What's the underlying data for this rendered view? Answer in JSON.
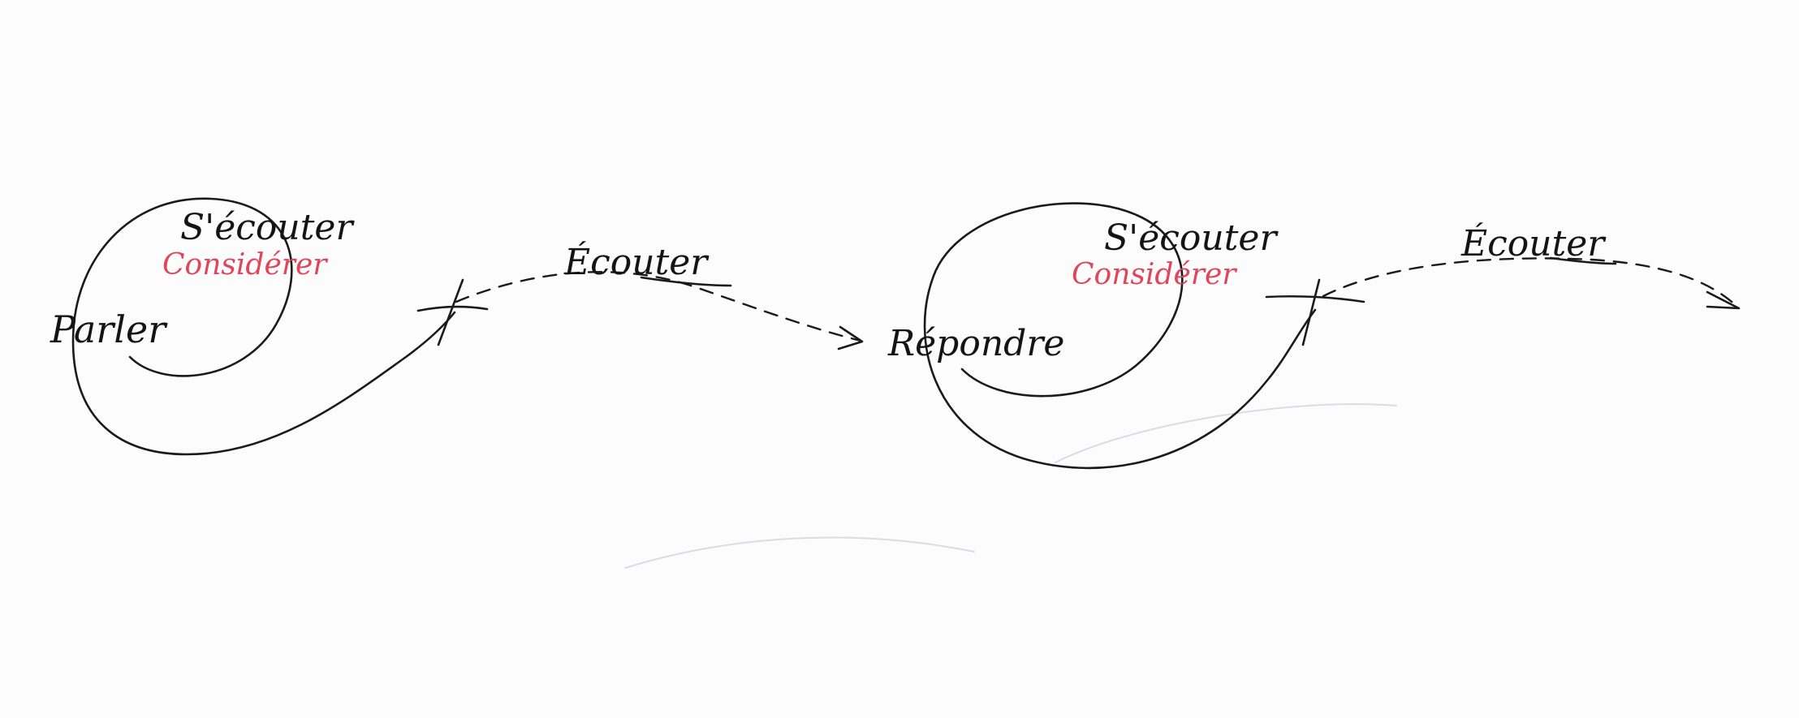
{
  "labels": {
    "speak": "Parler",
    "listen_self_1": "S'écouter",
    "consider_1": "Considérer",
    "listen_1": "Écouter",
    "respond": "Répondre",
    "listen_self_2": "S'écouter",
    "consider_2": "Considérer",
    "listen_2": "Écouter"
  },
  "colors": {
    "ink": "#1a1a1a",
    "red_ink": "#e0455a",
    "paper": "#fcfcfd"
  }
}
